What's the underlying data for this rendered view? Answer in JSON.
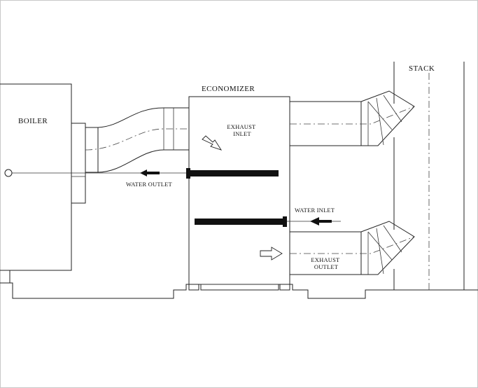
{
  "labels": {
    "boiler": "BOILER",
    "economizer": "ECONOMIZER",
    "stack": "STACK",
    "exhaust_inlet_line1": "EXHAUST",
    "exhaust_inlet_line2": "INLET",
    "water_outlet": "WATER OUTLET",
    "water_inlet": "WATER INLET",
    "exhaust_outlet_line1": "EXHAUST",
    "exhaust_outlet_line2": "OUTLET"
  }
}
